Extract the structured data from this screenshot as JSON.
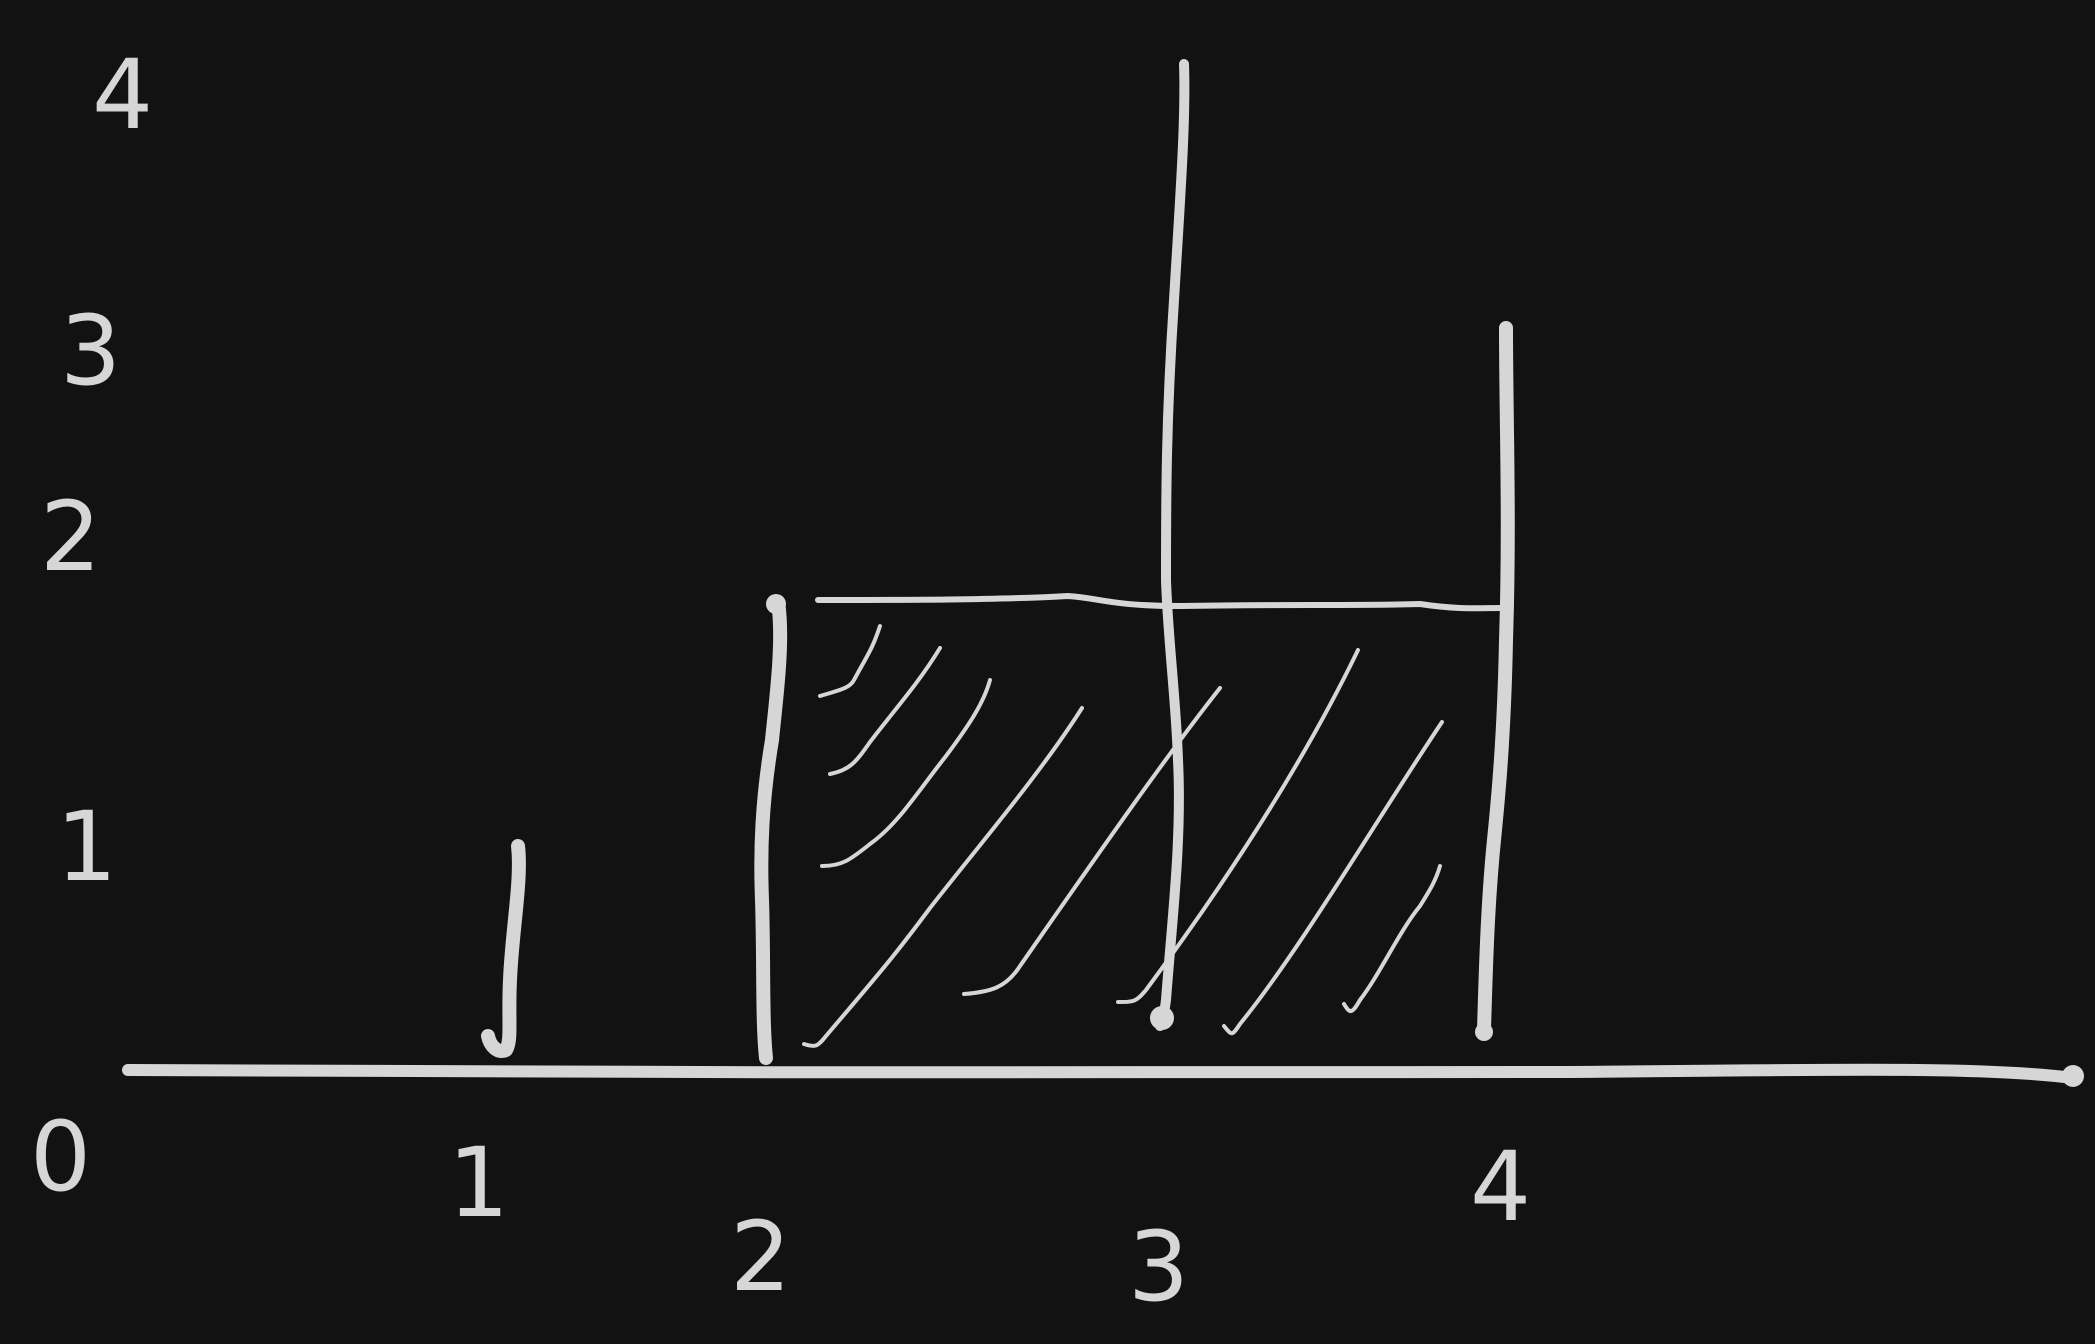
{
  "diagram": {
    "background": "#121212",
    "ink": "#d6d6d6",
    "y_ticks": [
      "4",
      "3",
      "2",
      "1",
      "0"
    ],
    "x_ticks": [
      "1",
      "2",
      "3",
      "4"
    ],
    "bars": [
      {
        "x": 1,
        "height": 1
      },
      {
        "x": 2,
        "height": 2
      },
      {
        "x": 3,
        "height": 4
      },
      {
        "x": 4,
        "height": 3
      }
    ],
    "water_region": {
      "from_x": 2,
      "to_x": 4,
      "level": 2
    }
  }
}
